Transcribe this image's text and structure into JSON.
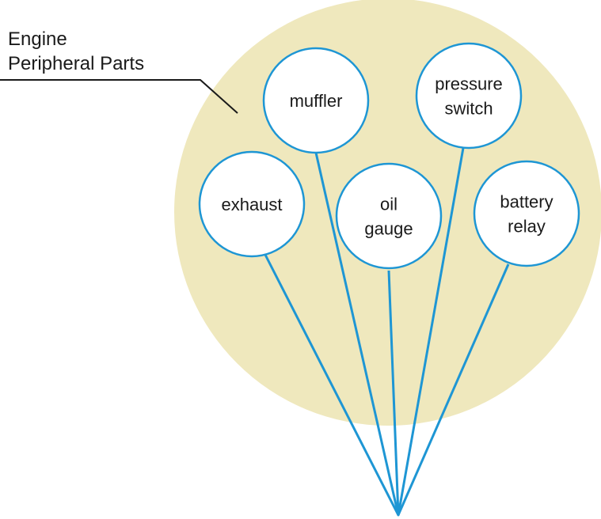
{
  "title": {
    "line1": "Engine",
    "line2": "Peripheral Parts"
  },
  "colors": {
    "background_disk": "#efe8bd",
    "node_fill": "#ffffff",
    "node_stroke": "#1e96d4",
    "connector": "#1e96d4",
    "leader_line": "#1a1a1a",
    "text": "#1a1a1a"
  },
  "nodes": [
    {
      "id": "muffler",
      "lines": [
        "muffler"
      ]
    },
    {
      "id": "pressure-switch",
      "lines": [
        "pressure",
        "switch"
      ]
    },
    {
      "id": "exhaust",
      "lines": [
        "exhaust"
      ]
    },
    {
      "id": "oil-gauge",
      "lines": [
        "oil",
        "gauge"
      ]
    },
    {
      "id": "battery-relay",
      "lines": [
        "battery",
        "relay"
      ]
    }
  ]
}
